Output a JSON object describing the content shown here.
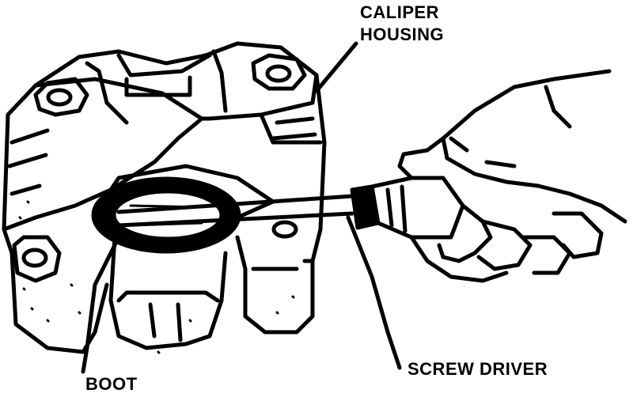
{
  "labels": {
    "caliper_housing_line1": "CALIPER",
    "caliper_housing_line2": "HOUSING",
    "boot": "BOOT",
    "screw_driver": "SCREW DRIVER"
  },
  "colors": {
    "ink": "#000000",
    "paper": "#ffffff"
  }
}
